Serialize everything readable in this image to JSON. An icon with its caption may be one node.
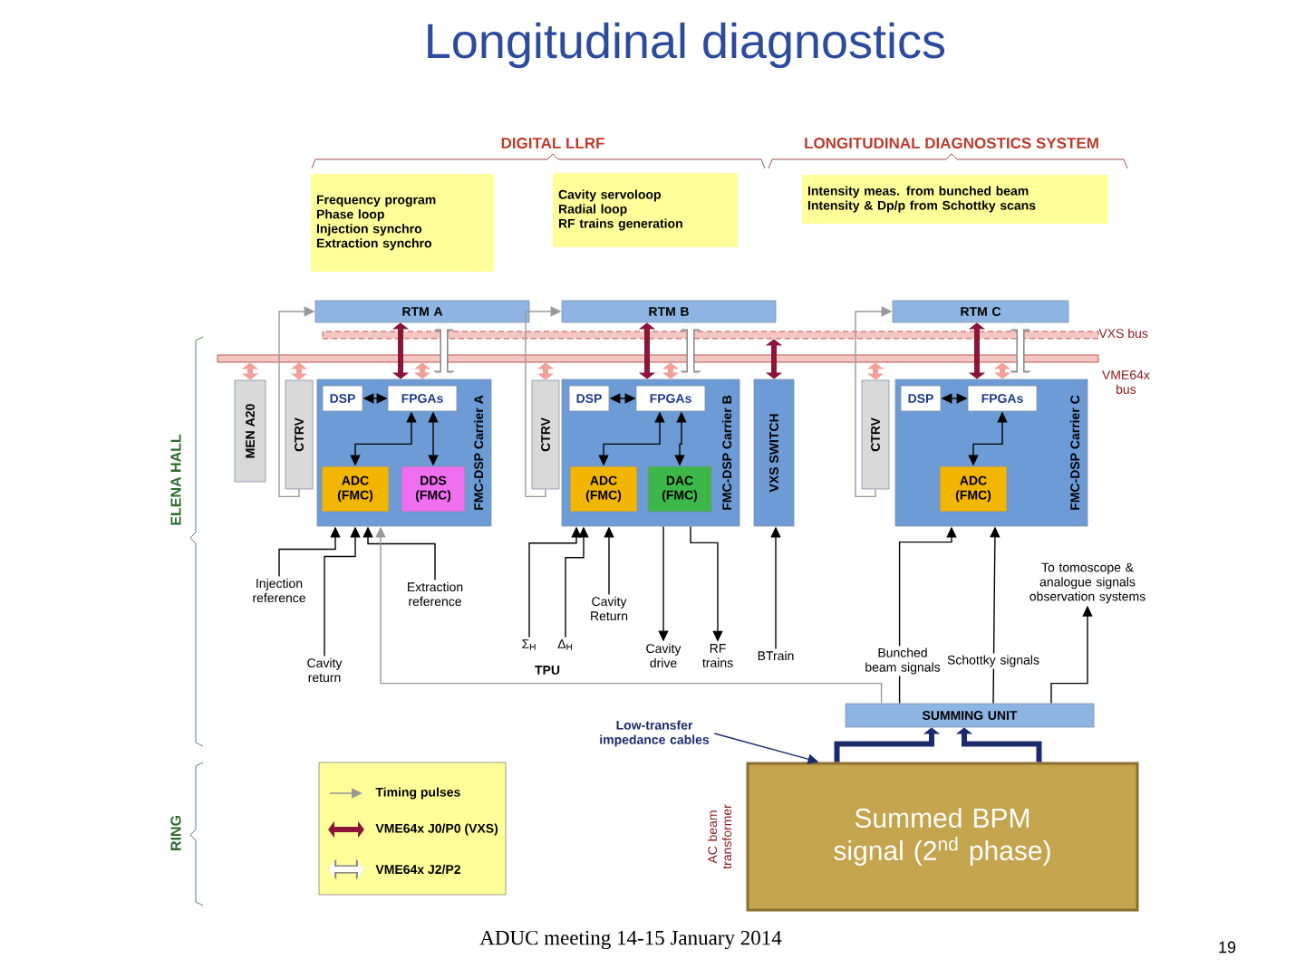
{
  "diagram": {
    "title": "Longitudinal diagnostics",
    "nodes": [
      {
        "text": [
          "Frequency program",
          "Phase loop",
          "Injection synchro",
          "Extraction synchro"
        ]
      },
      {
        "text": [
          "Cavity servoloop",
          "Radial loop",
          "RF trains generation"
        ]
      },
      {
        "text": [
          "Intensity meas. from bunched beam",
          "Intensity & Dp/p from Schottky scans"
        ]
      },
      {
        "text": [
          "RTM A"
        ]
      },
      {
        "text": [
          "RTM B"
        ]
      },
      {
        "text": [
          "RTM C"
        ]
      },
      {
        "text": [
          "MEN A20"
        ]
      },
      {
        "text": [
          "CTRV"
        ]
      },
      {
        "text": [
          "FMC-DSP Carrier A"
        ]
      },
      {
        "text": [
          "DSP"
        ],
        "in": 8
      },
      {
        "text": [
          "FPGAs"
        ],
        "in": 8
      },
      {
        "text": [
          "ADC (FMC)"
        ],
        "in": 8
      },
      {
        "text": [
          "DDS (FMC)"
        ],
        "in": 8
      },
      {
        "text": [
          "CTRV"
        ]
      },
      {
        "text": [
          "FMC-DSP Carrier B"
        ]
      },
      {
        "text": [
          "DSP"
        ],
        "in": 14
      },
      {
        "text": [
          "FPGAs"
        ],
        "in": 14
      },
      {
        "text": [
          "ADC (FMC)"
        ],
        "in": 14
      },
      {
        "text": [
          "DAC (FMC)"
        ],
        "in": 14
      },
      {
        "text": [
          "VXS SWITCH"
        ]
      },
      {
        "text": [
          "CTRV"
        ]
      },
      {
        "text": [
          "FMC-DSP Carrier C"
        ]
      },
      {
        "text": [
          "DSP"
        ],
        "in": 21
      },
      {
        "text": [
          "FPGAs"
        ],
        "in": 21
      },
      {
        "text": [
          "ADC (FMC)"
        ],
        "in": 21
      },
      {
        "text": [
          "SUMMING UNIT"
        ]
      },
      {
        "text": [
          "Summed BPM signal (2$^{nd}$ phase)"
        ]
      },
      {
        "text": [
          "Injection reference"
        ]
      },
      {
        "text": [
          "Cavity return"
        ]
      },
      {
        "text": [
          "Extraction reference"
        ]
      },
      {
        "text": [
          "Σ$_{H}$"
        ]
      },
      {
        "text": [
          "Δ$_{H}$"
        ]
      },
      {
        "text": [
          "Cavity Return"
        ]
      },
      {
        "text": [
          "Cavity drive"
        ]
      },
      {
        "text": [
          "RF trains"
        ]
      },
      {
        "text": [
          "BTrain"
        ]
      },
      {
        "text": [
          "To tomoscope & analogue signals observation systems"
        ]
      },
      {
        "text": [
          "Low-transfer impedance cables"
        ]
      },
      {
        "text": [],
        "shape": "bar",
        "beside": [
          "VXS bus"
        ]
      },
      {
        "text": [],
        "shape": "bar",
        "beside": [
          "VME64x bus"
        ]
      }
    ],
    "edges": [
      {
        "from": 7,
        "to": 3,
        "arrow": "to",
        "color": "#999999"
      },
      {
        "from": 9,
        "to": 10,
        "arrow": "both"
      },
      {
        "from": 10,
        "to": 11,
        "arrow": "both"
      },
      {
        "from": 10,
        "to": 12,
        "arrow": "both"
      },
      {
        "from": 15,
        "to": 16,
        "arrow": "both"
      },
      {
        "from": 16,
        "to": 17,
        "arrow": "both"
      },
      {
        "from": 16,
        "to": 18,
        "arrow": "both"
      },
      {
        "from": 22,
        "to": 23,
        "arrow": "both"
      },
      {
        "from": 23,
        "to": 24,
        "arrow": "both"
      },
      {
        "from": 13,
        "to": 4,
        "arrow": "to",
        "color": "#999999"
      },
      {
        "from": 20,
        "to": 5,
        "arrow": "to",
        "color": "#999999"
      },
      {
        "from": 3,
        "to": 8,
        "arrow": "both",
        "style": "thick",
        "color": "#8b1538"
      },
      {
        "from": 4,
        "to": 14,
        "arrow": "both",
        "style": "thick",
        "color": "#8b1538"
      },
      {
        "from": 5,
        "to": 21,
        "arrow": "both",
        "style": "thick",
        "color": "#8b1538"
      },
      {
        "from": 38,
        "to": 19,
        "arrow": "both",
        "style": "thick",
        "color": "#8b1538"
      },
      {
        "from": 3,
        "to": 8,
        "arrow": "both",
        "style": "thick",
        "color": "#ffffff"
      },
      {
        "from": 4,
        "to": 14,
        "arrow": "both",
        "style": "thick",
        "color": "#ffffff"
      },
      {
        "from": 5,
        "to": 21,
        "arrow": "both",
        "style": "thick",
        "color": "#ffffff"
      },
      {
        "from": 27,
        "to": 8,
        "arrow": "to"
      },
      {
        "from": 28,
        "to": 8,
        "arrow": "to"
      },
      {
        "from": 29,
        "to": 8,
        "arrow": "to"
      },
      {
        "from": 25,
        "to": 8,
        "arrow": "to",
        "color": "#999999"
      },
      {
        "from": 30,
        "to": 14,
        "arrow": "to"
      },
      {
        "from": 31,
        "to": 14,
        "arrow": "to"
      },
      {
        "from": 32,
        "to": 14,
        "arrow": "to"
      },
      {
        "from": 14,
        "to": 33,
        "arrow": "to"
      },
      {
        "from": 14,
        "to": 34,
        "arrow": "to"
      },
      {
        "from": 35,
        "to": 19,
        "arrow": "to"
      },
      {
        "from": 25,
        "to": 21,
        "arrow": "to",
        "label": "Bunched beam signals"
      },
      {
        "from": 25,
        "to": 21,
        "arrow": "to",
        "label": "Schottky signals"
      },
      {
        "from": 25,
        "to": 36,
        "arrow": "to"
      },
      {
        "from": 26,
        "to": 25,
        "arrow": "to",
        "style": "thick",
        "color": "#1a2a6c"
      },
      {
        "from": 26,
        "to": 25,
        "arrow": "to",
        "style": "thick",
        "color": "#1a2a6c"
      },
      {
        "from": 37,
        "to": 26,
        "arrow": "to",
        "color": "#1a2a6c"
      },
      {
        "from": 39,
        "to": 6,
        "arrow": "both",
        "style": "thick",
        "color": "#f4a09a"
      },
      {
        "from": 39,
        "to": 7,
        "arrow": "both",
        "style": "thick",
        "color": "#f4a09a"
      },
      {
        "from": 39,
        "to": 8,
        "arrow": "both",
        "style": "thick",
        "color": "#f4a09a"
      },
      {
        "from": 39,
        "to": 13,
        "arrow": "both",
        "style": "thick",
        "color": "#f4a09a"
      },
      {
        "from": 39,
        "to": 14,
        "arrow": "both",
        "style": "thick",
        "color": "#f4a09a"
      },
      {
        "from": 39,
        "to": 20,
        "arrow": "both",
        "style": "thick",
        "color": "#f4a09a"
      },
      {
        "from": 39,
        "to": 21,
        "arrow": "both",
        "style": "thick",
        "color": "#f4a09a"
      }
    ],
    "labels": [
      "DIGITAL LLRF",
      "LONGITUDINAL DIAGNOSTICS SYSTEM",
      "ELENA HALL",
      "RING",
      "TPU",
      "AC beam transformer",
      "ADUC meeting 14-15 January 2014",
      "19"
    ],
    "legend": [
      {
        "text": "Timing pulses"
      },
      {
        "text": "VME64x J0/P0 (VXS)"
      },
      {
        "text": "VME64x J2/P2"
      }
    ]
  }
}
